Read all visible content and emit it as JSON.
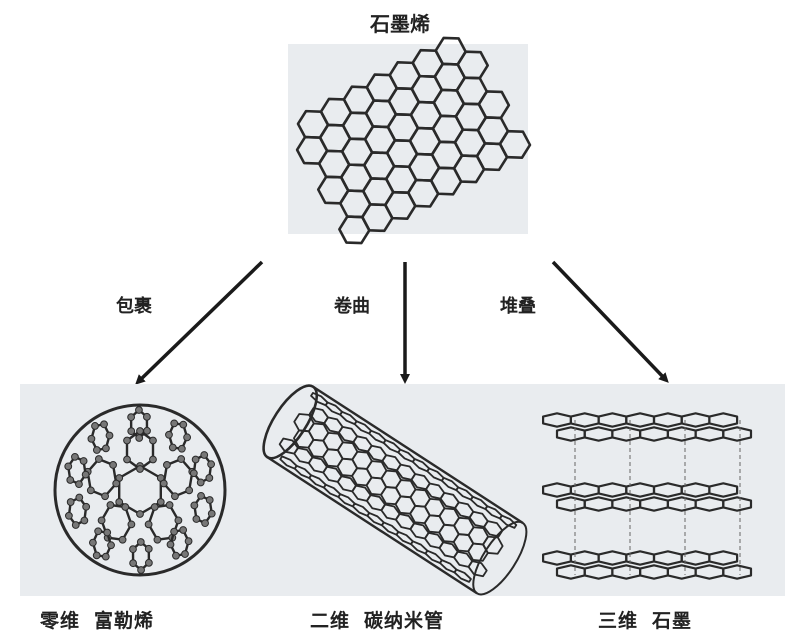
{
  "title": "石墨烯",
  "arrows": [
    {
      "label": "包裹"
    },
    {
      "label": "卷曲"
    },
    {
      "label": "堆叠"
    }
  ],
  "captions": [
    {
      "dimension": "零维",
      "name": "富勒烯"
    },
    {
      "dimension": "二维",
      "name": "碳纳米管"
    },
    {
      "dimension": "三维",
      "name": "石墨"
    }
  ],
  "colors": {
    "panel": "#e9ecef",
    "line": "#2a2a2a"
  }
}
